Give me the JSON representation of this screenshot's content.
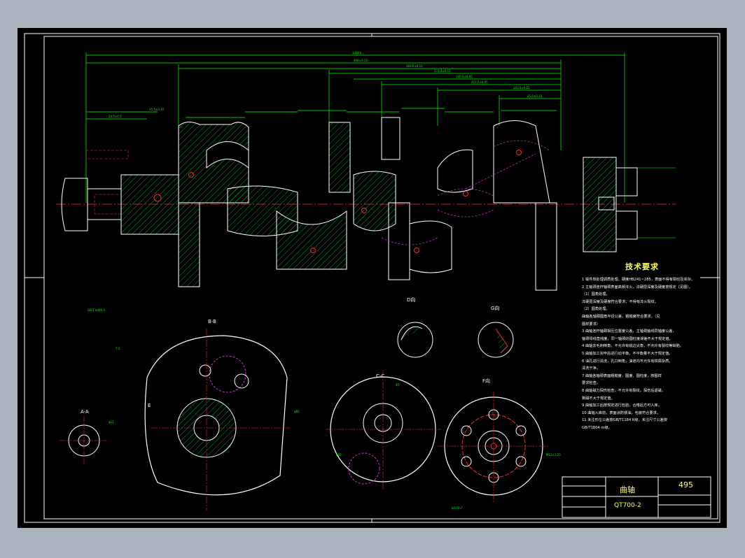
{
  "drawing": {
    "title_part": "曲轴",
    "material": "QT700-2",
    "drawing_no": "495"
  },
  "notes": {
    "title": "技术要求",
    "lines": [
      "1 锻件热处理调质处理，硬度HB241~285，表面不得有裂纹及夹杂。",
      "2 主轴颈连杆轴颈表面高频淬火，淬硬层深度及硬度按规定（见图）。",
      "（1）圆角处理。",
      "   淬硬层深度及硬度符合要求，不得有淬火裂纹。",
      "（2）圆角处理。",
      "   曲轴各轴颈圆角半径公差，粗糙度符合要求。（见",
      "   图样要求）",
      "3 曲轴连杆轴颈相互位置度公差，主轴颈轴线同轴度公差，",
      "   轴颈母线直线度，同一轴颈的圆柱度误差不大于规定值。",
      "4 曲轴去毛刺倒角，不允许有锐边尖角，不允许有裂纹等缺陷。",
      "5 曲轴加工完毕后进行动平衡，不平衡量不大于规定值。",
      "6 油孔进行清洗，孔口倒角，油道内不允许有铁屑杂质。",
      "   清洗干净。",
      "7 曲轴各轴颈表面粗糙度，圆度、圆柱度，按图样",
      "   要求检查。",
      "8 曲轴磁力探伤检查，不允许有裂纹，探伤后退磁，",
      "   剩磁不大于规定值。",
      "9 曲轴加工后按规定进行检验，合格后方可入库。",
      "10 曲轴入库前，表面涂防锈油，包装符合要求。",
      "11 未注形位公差按GB/T1184 K级，未注尺寸公差按",
      "   GB/T1804 m级。"
    ]
  },
  "views": {
    "section_aa": "A-A",
    "section_bb": "B-B",
    "section_cc": "C-C",
    "view_e": "E",
    "view_d": "D向",
    "view_g": "G向",
    "view_f": "F向"
  },
  "colors": {
    "background": "#000000",
    "outline": "#ffffff",
    "dimension": "#00ff00",
    "centerline": "#ff2a2a",
    "hatch": "#00cc44",
    "hidden": "#cc33cc",
    "text": "#ffff66"
  }
}
